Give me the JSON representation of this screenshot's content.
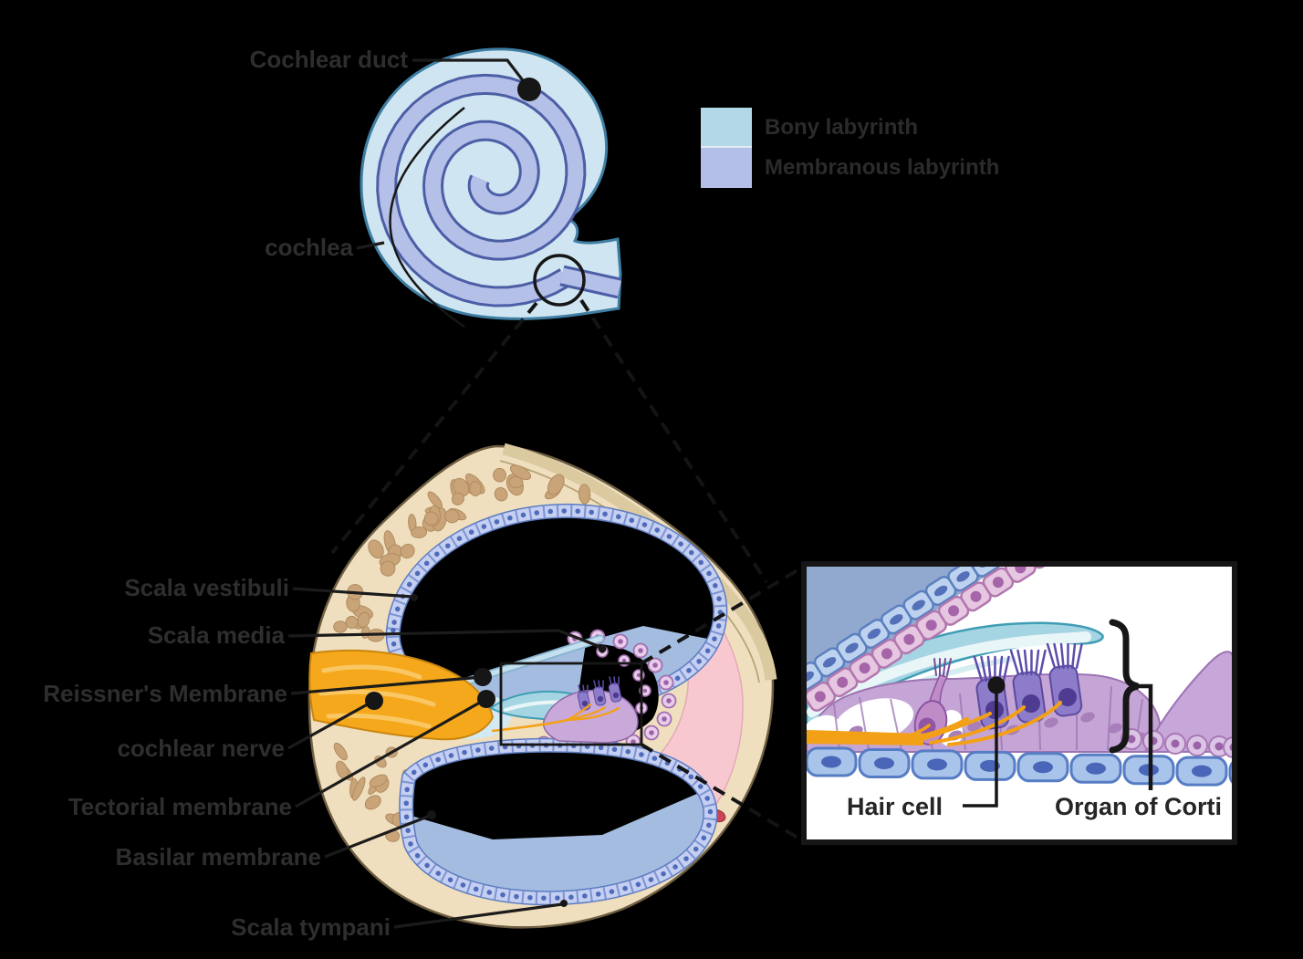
{
  "legend": {
    "items": [
      {
        "label": "Bony labyrinth",
        "color": "#b3d9e8"
      },
      {
        "label": "Membranous labyrinth",
        "color": "#b4bfe8"
      }
    ]
  },
  "labels": {
    "cochlear_duct": "Cochlear duct",
    "cochlea": "cochlea",
    "scala_vestibuli": "Scala vestibuli",
    "scala_media": "Scala media",
    "reissners_membrane": "Reissner's Membrane",
    "cochlear_nerve": "cochlear nerve",
    "tectorial_membrane": "Tectorial membrane",
    "basilar_membrane": "Basilar membrane",
    "scala_tympani": "Scala tympani",
    "hair_cell": "Hair cell",
    "organ_of_corti": "Organ of Corti"
  },
  "palette": {
    "background": "#000000",
    "label_text": "#2e2e2e",
    "inset_label_text": "#262626",
    "bone": "#efdfbe",
    "bone_spot": "#c9a478",
    "perilymph_blue": "#a3bcdf",
    "rim_cell": "#c5cff2",
    "spiral_ligament_pink": "#f8c8d0",
    "stria_cell": "#e8cdea",
    "nerve_orange": "#f2a116",
    "tectorial_teal": "#a5d5e2",
    "hair_cell_purple": "#8d7cc9",
    "inset_background": "#ffffff"
  }
}
